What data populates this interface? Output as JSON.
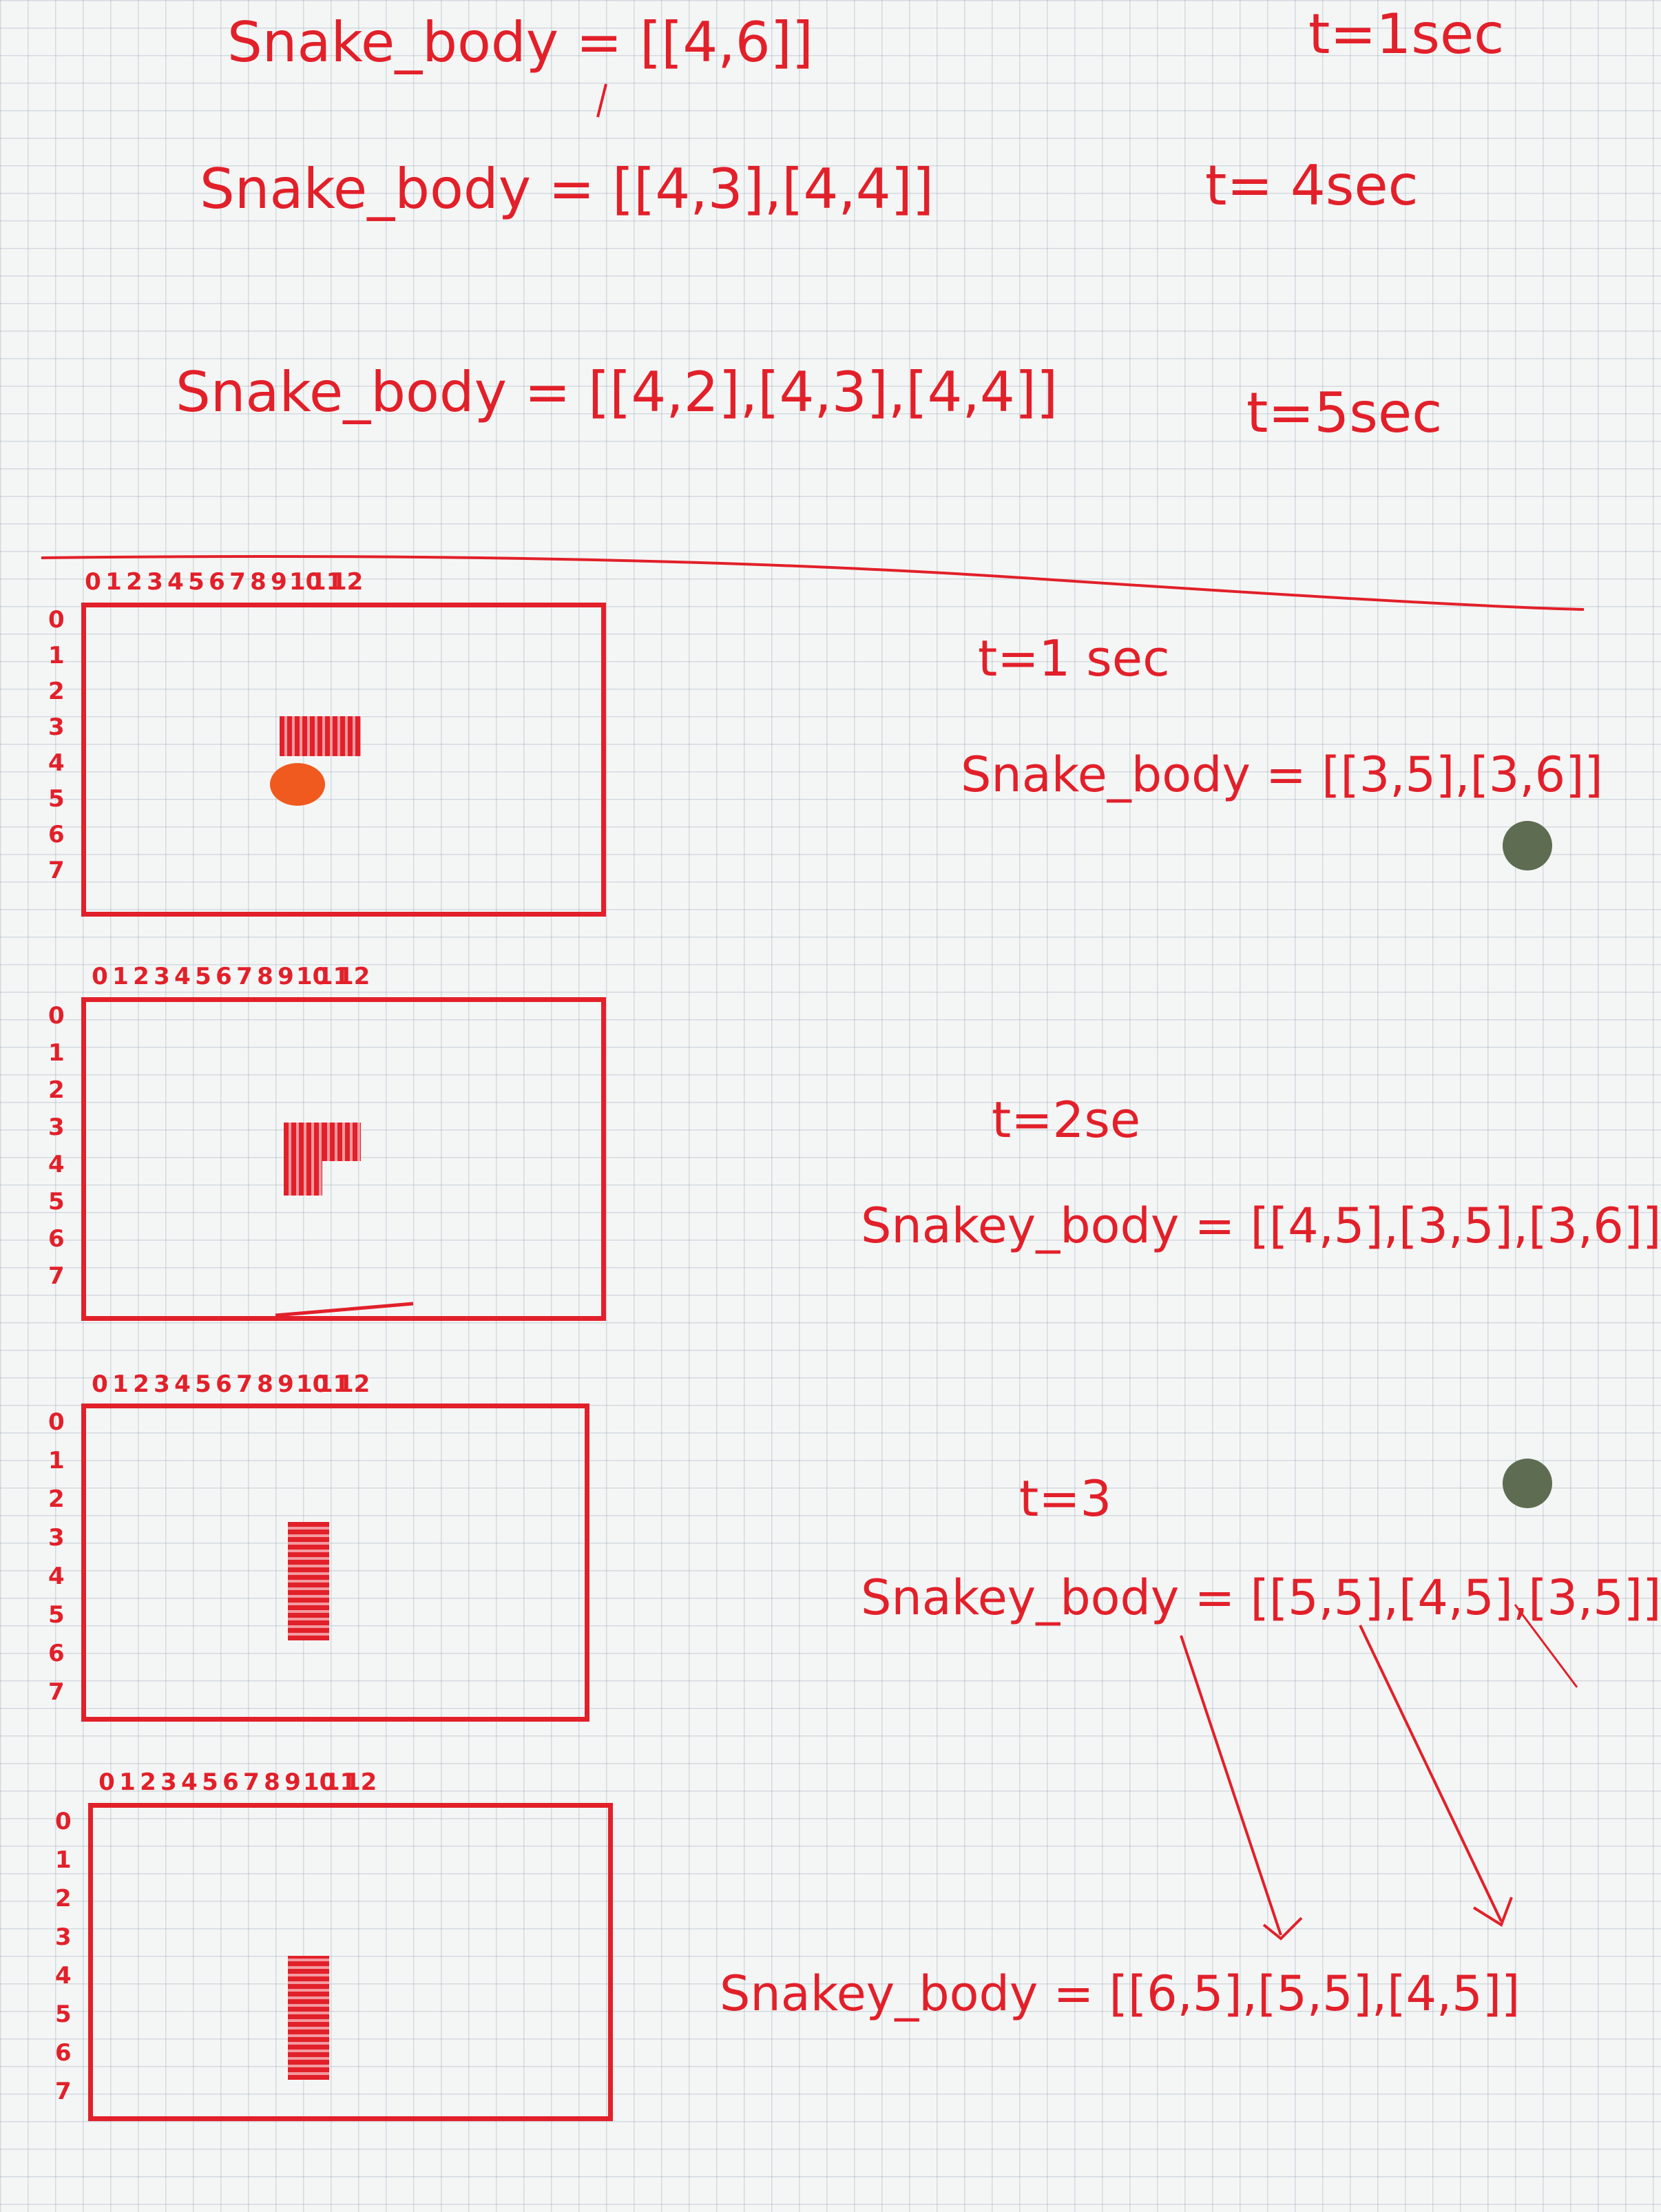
{
  "top_notes": [
    {
      "text": "Snake_body = [[4,6]]",
      "time": "t=1sec"
    },
    {
      "text": "Snake_body = [[4,3],[4,4]]",
      "time": "t= 4sec"
    },
    {
      "text": "Snake_body = [[4,2],[4,3],[4,4]]",
      "time": "t=5sec"
    }
  ],
  "grid": {
    "col_labels": [
      "0",
      "1",
      "2",
      "3",
      "4",
      "5",
      "6",
      "7",
      "8",
      "9",
      "10",
      "11",
      "12"
    ],
    "row_labels": [
      "0",
      "1",
      "2",
      "3",
      "4",
      "5",
      "6",
      "7"
    ]
  },
  "frames": [
    {
      "time": "t=1 sec",
      "text": "Snake_body = [[3,5],[3,6]]"
    },
    {
      "time": "t=2se",
      "text": "Snakey_body = [[4,5],[3,5],[3,6]]"
    },
    {
      "time": "t=3",
      "text": "Snakey_body = [[5,5],[4,5],[3,5]]"
    },
    {
      "time": "",
      "text": "Snakey_body = [[6,5],[5,5],[4,5]]"
    }
  ],
  "colors": {
    "ink": "#e2202a",
    "food": "#f05a1e",
    "paper": "#f4f6f5",
    "punch_hole": "#5e6c52"
  }
}
